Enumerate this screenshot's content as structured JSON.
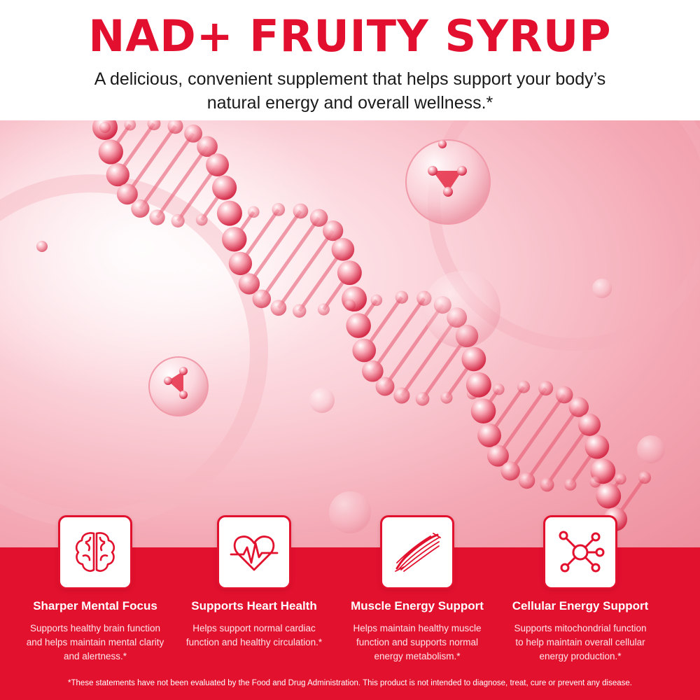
{
  "header": {
    "title": "NAD+ FRUITY SYRUP",
    "subtitle": "A delicious, convenient supplement that helps support your body’s natural energy and overall wellness.*"
  },
  "hero": {
    "image": "dna-helix-molecules",
    "colors": {
      "background": "#f9c4cd",
      "accent": "#e2112e"
    }
  },
  "features": [
    {
      "icon": "brain-icon",
      "title": "Sharper Mental Focus",
      "description": "Supports healthy brain function and helps maintain mental clarity and alertness.*"
    },
    {
      "icon": "heart-pulse-icon",
      "title": "Supports Heart Health",
      "description": "Helps support normal cardiac function and healthy circulation.*"
    },
    {
      "icon": "muscle-icon",
      "title": "Muscle Energy Support",
      "description": "Helps maintain healthy muscle function and supports normal energy metabolism.*"
    },
    {
      "icon": "molecule-icon",
      "title": "Cellular Energy Support",
      "description": "Supports mitochondrial function to help maintain overall cellular energy production.*"
    }
  ],
  "disclaimer": "*These statements have not been evaluated by the Food and Drug Administration. This product is not intended to diagnose, treat, cure or prevent any disease.",
  "colors": {
    "brand_red": "#e2112e",
    "title_red": "#e2102e",
    "text_dark": "#1a1a1a"
  }
}
